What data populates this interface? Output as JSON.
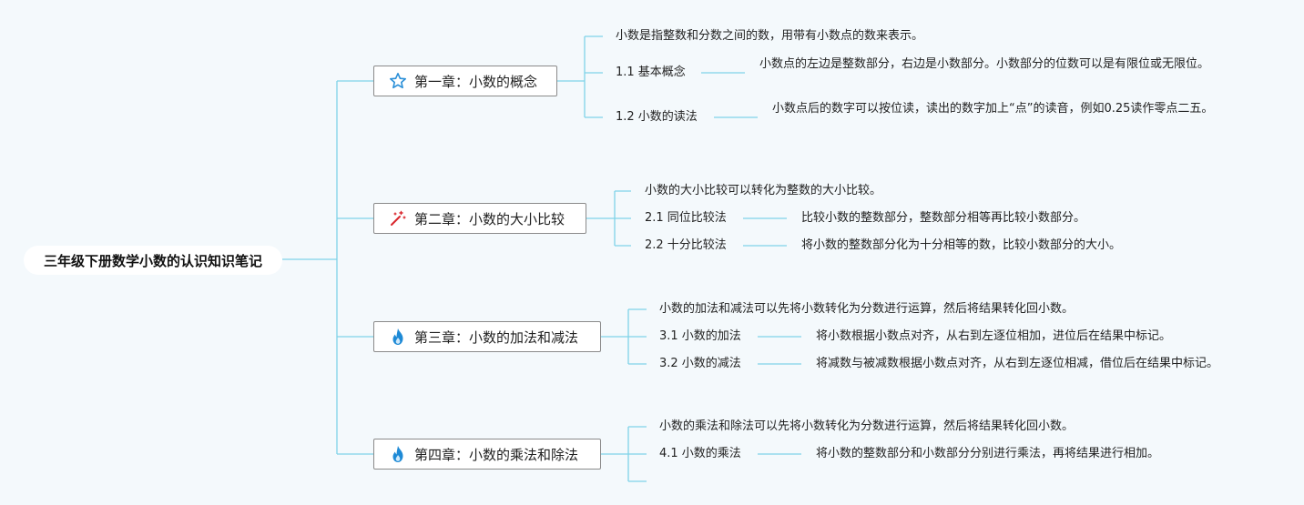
{
  "root": {
    "title": "三年级下册数学小数的认识知识笔记"
  },
  "chapters": [
    {
      "title": "第一章：小数的概念",
      "icon": "star-icon",
      "summary": "小数是指整数和分数之间的数，用带有小数点的数来表示。",
      "sections": [
        {
          "label": "1.1 基本概念",
          "detail": "小数点的左边是整数部分，右边是小数部分。小数部分的位数可以是有限位或无限位。"
        },
        {
          "label": "1.2 小数的读法",
          "detail": "小数点后的数字可以按位读，读出的数字加上“点”的读音，例如0.25读作零点二五。"
        }
      ]
    },
    {
      "title": "第二章：小数的大小比较",
      "icon": "magic-wand-icon",
      "summary": "小数的大小比较可以转化为整数的大小比较。",
      "sections": [
        {
          "label": "2.1 同位比较法",
          "detail": "比较小数的整数部分，整数部分相等再比较小数部分。"
        },
        {
          "label": "2.2 十分比较法",
          "detail": "将小数的整数部分化为十分相等的数，比较小数部分的大小。"
        }
      ]
    },
    {
      "title": "第三章：小数的加法和减法",
      "icon": "fire-icon",
      "summary": "小数的加法和减法可以先将小数转化为分数进行运算，然后将结果转化回小数。",
      "sections": [
        {
          "label": "3.1 小数的加法",
          "detail": "将小数根据小数点对齐，从右到左逐位相加，进位后在结果中标记。"
        },
        {
          "label": "3.2 小数的减法",
          "detail": "将减数与被减数根据小数点对齐，从右到左逐位相减，借位后在结果中标记。"
        }
      ]
    },
    {
      "title": "第四章：小数的乘法和除法",
      "icon": "fire-icon",
      "summary": "小数的乘法和除法可以先将小数转化为分数进行运算，然后将结果转化回小数。",
      "sections": [
        {
          "label": "4.1 小数的乘法",
          "detail": "将小数的整数部分和小数部分分别进行乘法，再将结果进行相加。"
        }
      ]
    }
  ],
  "colors": {
    "connector": "#7fd3e8",
    "star_icon": "#2a8fd8",
    "fire_icon": "#1e8ad6",
    "wand_icon": "#d9262c"
  }
}
